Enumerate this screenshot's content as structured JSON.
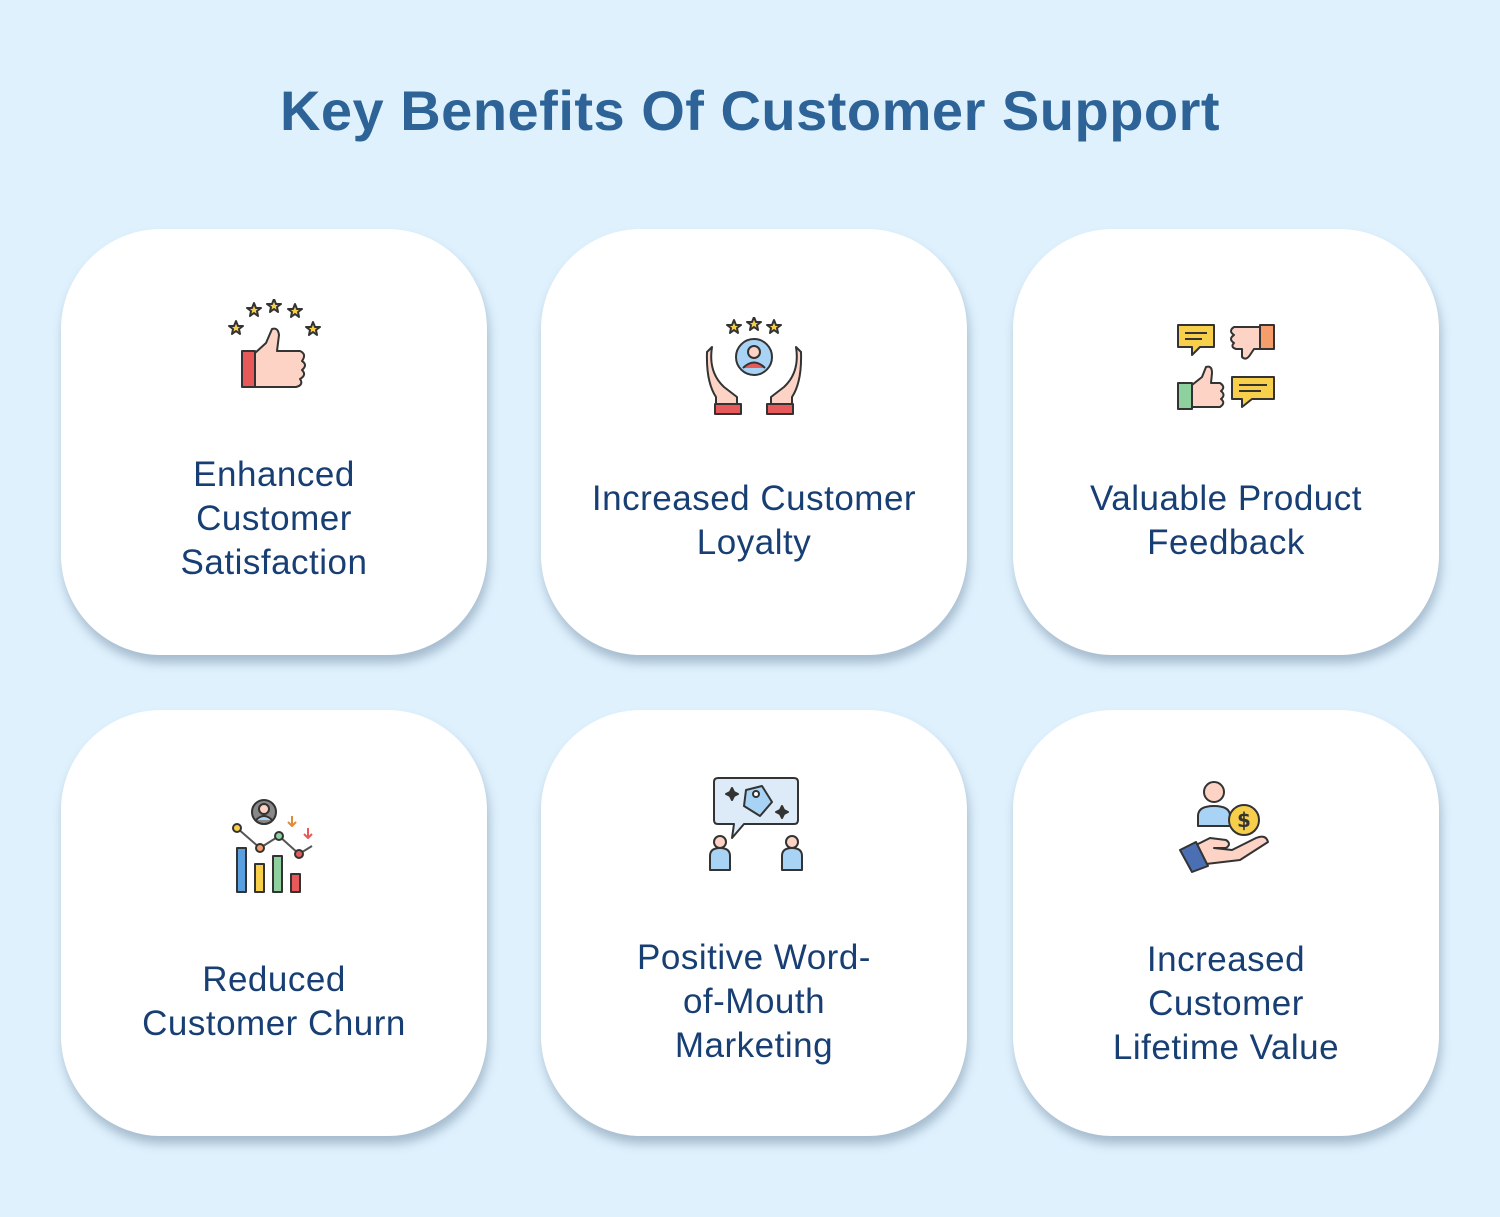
{
  "title": "Key Benefits Of Customer Support",
  "cards": [
    {
      "label_lines": [
        "Enhanced",
        "Customer",
        "Satisfaction"
      ],
      "icon": "thumbs-up-stars-icon"
    },
    {
      "label_lines": [
        "Increased Customer",
        "Loyalty"
      ],
      "icon": "hands-customer-stars-icon"
    },
    {
      "label_lines": [
        "Valuable Product",
        "Feedback"
      ],
      "icon": "feedback-thumbs-chat-icon"
    },
    {
      "label_lines": [
        "Reduced",
        "Customer Churn"
      ],
      "icon": "churn-chart-icon"
    },
    {
      "label_lines": [
        "Positive Word-",
        "of-Mouth",
        "Marketing"
      ],
      "icon": "word-of-mouth-icon"
    },
    {
      "label_lines": [
        "Increased",
        "Customer",
        "Lifetime Value"
      ],
      "icon": "hand-dollar-customer-icon"
    }
  ],
  "colors": {
    "background": "#dff1fd",
    "title": "#2d6397",
    "label": "#183f73",
    "card": "#ffffff"
  }
}
